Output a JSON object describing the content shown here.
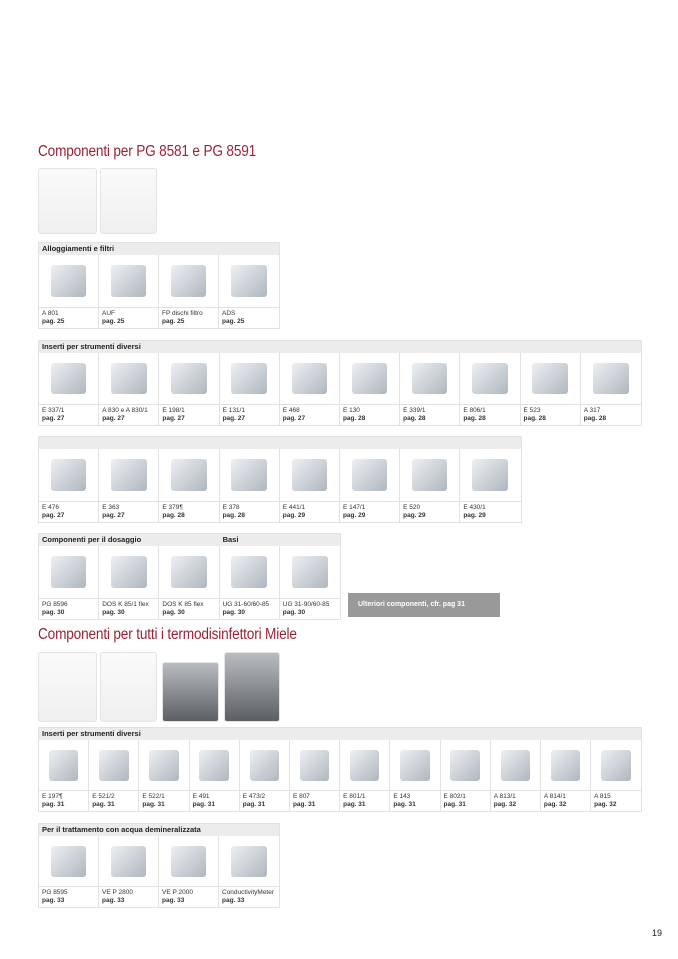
{
  "title1": "Componenti per PG 8581 e PG 8591",
  "title2": "Componenti per tutti i termodisinfettori Miele",
  "tables": [
    {
      "header": "Alloggiamenti e filtri",
      "items": [
        [
          "A 801",
          "pag. 25"
        ],
        [
          "AUF",
          "pag. 25"
        ],
        [
          "FP dischi filtro",
          "pag. 25"
        ],
        [
          "ADS",
          "pag. 25"
        ]
      ]
    },
    {
      "header": "Inserti per strumenti diversi",
      "items": [
        [
          "E 337/1",
          "pag. 27"
        ],
        [
          "A 830 e A 830/1",
          "pag. 27"
        ],
        [
          "E 198/1",
          "pag. 27"
        ],
        [
          "E 131/1",
          "pag. 27"
        ],
        [
          "E 468",
          "pag. 27"
        ],
        [
          "E 130",
          "pag. 28"
        ],
        [
          "E 339/1",
          "pag. 28"
        ],
        [
          "E 806/1",
          "pag. 28"
        ],
        [
          "E 523",
          "pag. 28"
        ],
        [
          "A 317",
          "pag. 28"
        ]
      ]
    },
    {
      "header": "",
      "items": [
        [
          "E 476",
          "pag. 27"
        ],
        [
          "E 363",
          "pag. 27"
        ],
        [
          "E 379¶",
          "pag. 28"
        ],
        [
          "E 378",
          "pag. 28"
        ],
        [
          "E 441/1",
          "pag. 29"
        ],
        [
          "E 147/1",
          "pag. 29"
        ],
        [
          "E 520",
          "pag. 29"
        ],
        [
          "E 430/1",
          "pag. 29"
        ]
      ]
    },
    {
      "header": "Componenti per il dosaggio",
      "header2": "Basi",
      "items": [
        [
          "PG 8596",
          "pag. 30"
        ],
        [
          "DOS K 85/1 flex",
          "pag. 30"
        ],
        [
          "DOS K 85 flex",
          "pag. 30"
        ],
        [
          "UG 31-60/60-85",
          "pag. 30"
        ],
        [
          "UG 31-90/60-85",
          "pag. 30"
        ]
      ]
    },
    {
      "header": "Inserti per strumenti diversi",
      "items": [
        [
          "E 197¶",
          "pag. 31"
        ],
        [
          "E 521/2",
          "pag. 31"
        ],
        [
          "E 522/1",
          "pag. 31"
        ],
        [
          "E 491",
          "pag. 31"
        ],
        [
          "E 473/2",
          "pag. 31"
        ],
        [
          "E 807",
          "pag. 31"
        ],
        [
          "E 801/1",
          "pag. 31"
        ],
        [
          "E 143",
          "pag. 31"
        ],
        [
          "E 802/1",
          "pag. 31"
        ],
        [
          "A 813/1",
          "pag. 32"
        ],
        [
          "A 814/1",
          "pag. 32"
        ],
        [
          "A 815",
          "pag. 32"
        ]
      ]
    },
    {
      "header": "Per il trattamento con acqua demineralizzata",
      "items": [
        [
          "PG 8595",
          "pag. 33"
        ],
        [
          "VE P 2800",
          "pag. 33"
        ],
        [
          "VE P 2000",
          "pag. 33"
        ],
        [
          "ConductivityMeter",
          "pag. 33"
        ]
      ]
    }
  ],
  "more_link": "Ulteriori componenti, cfr. pag 31",
  "page_number": "19"
}
